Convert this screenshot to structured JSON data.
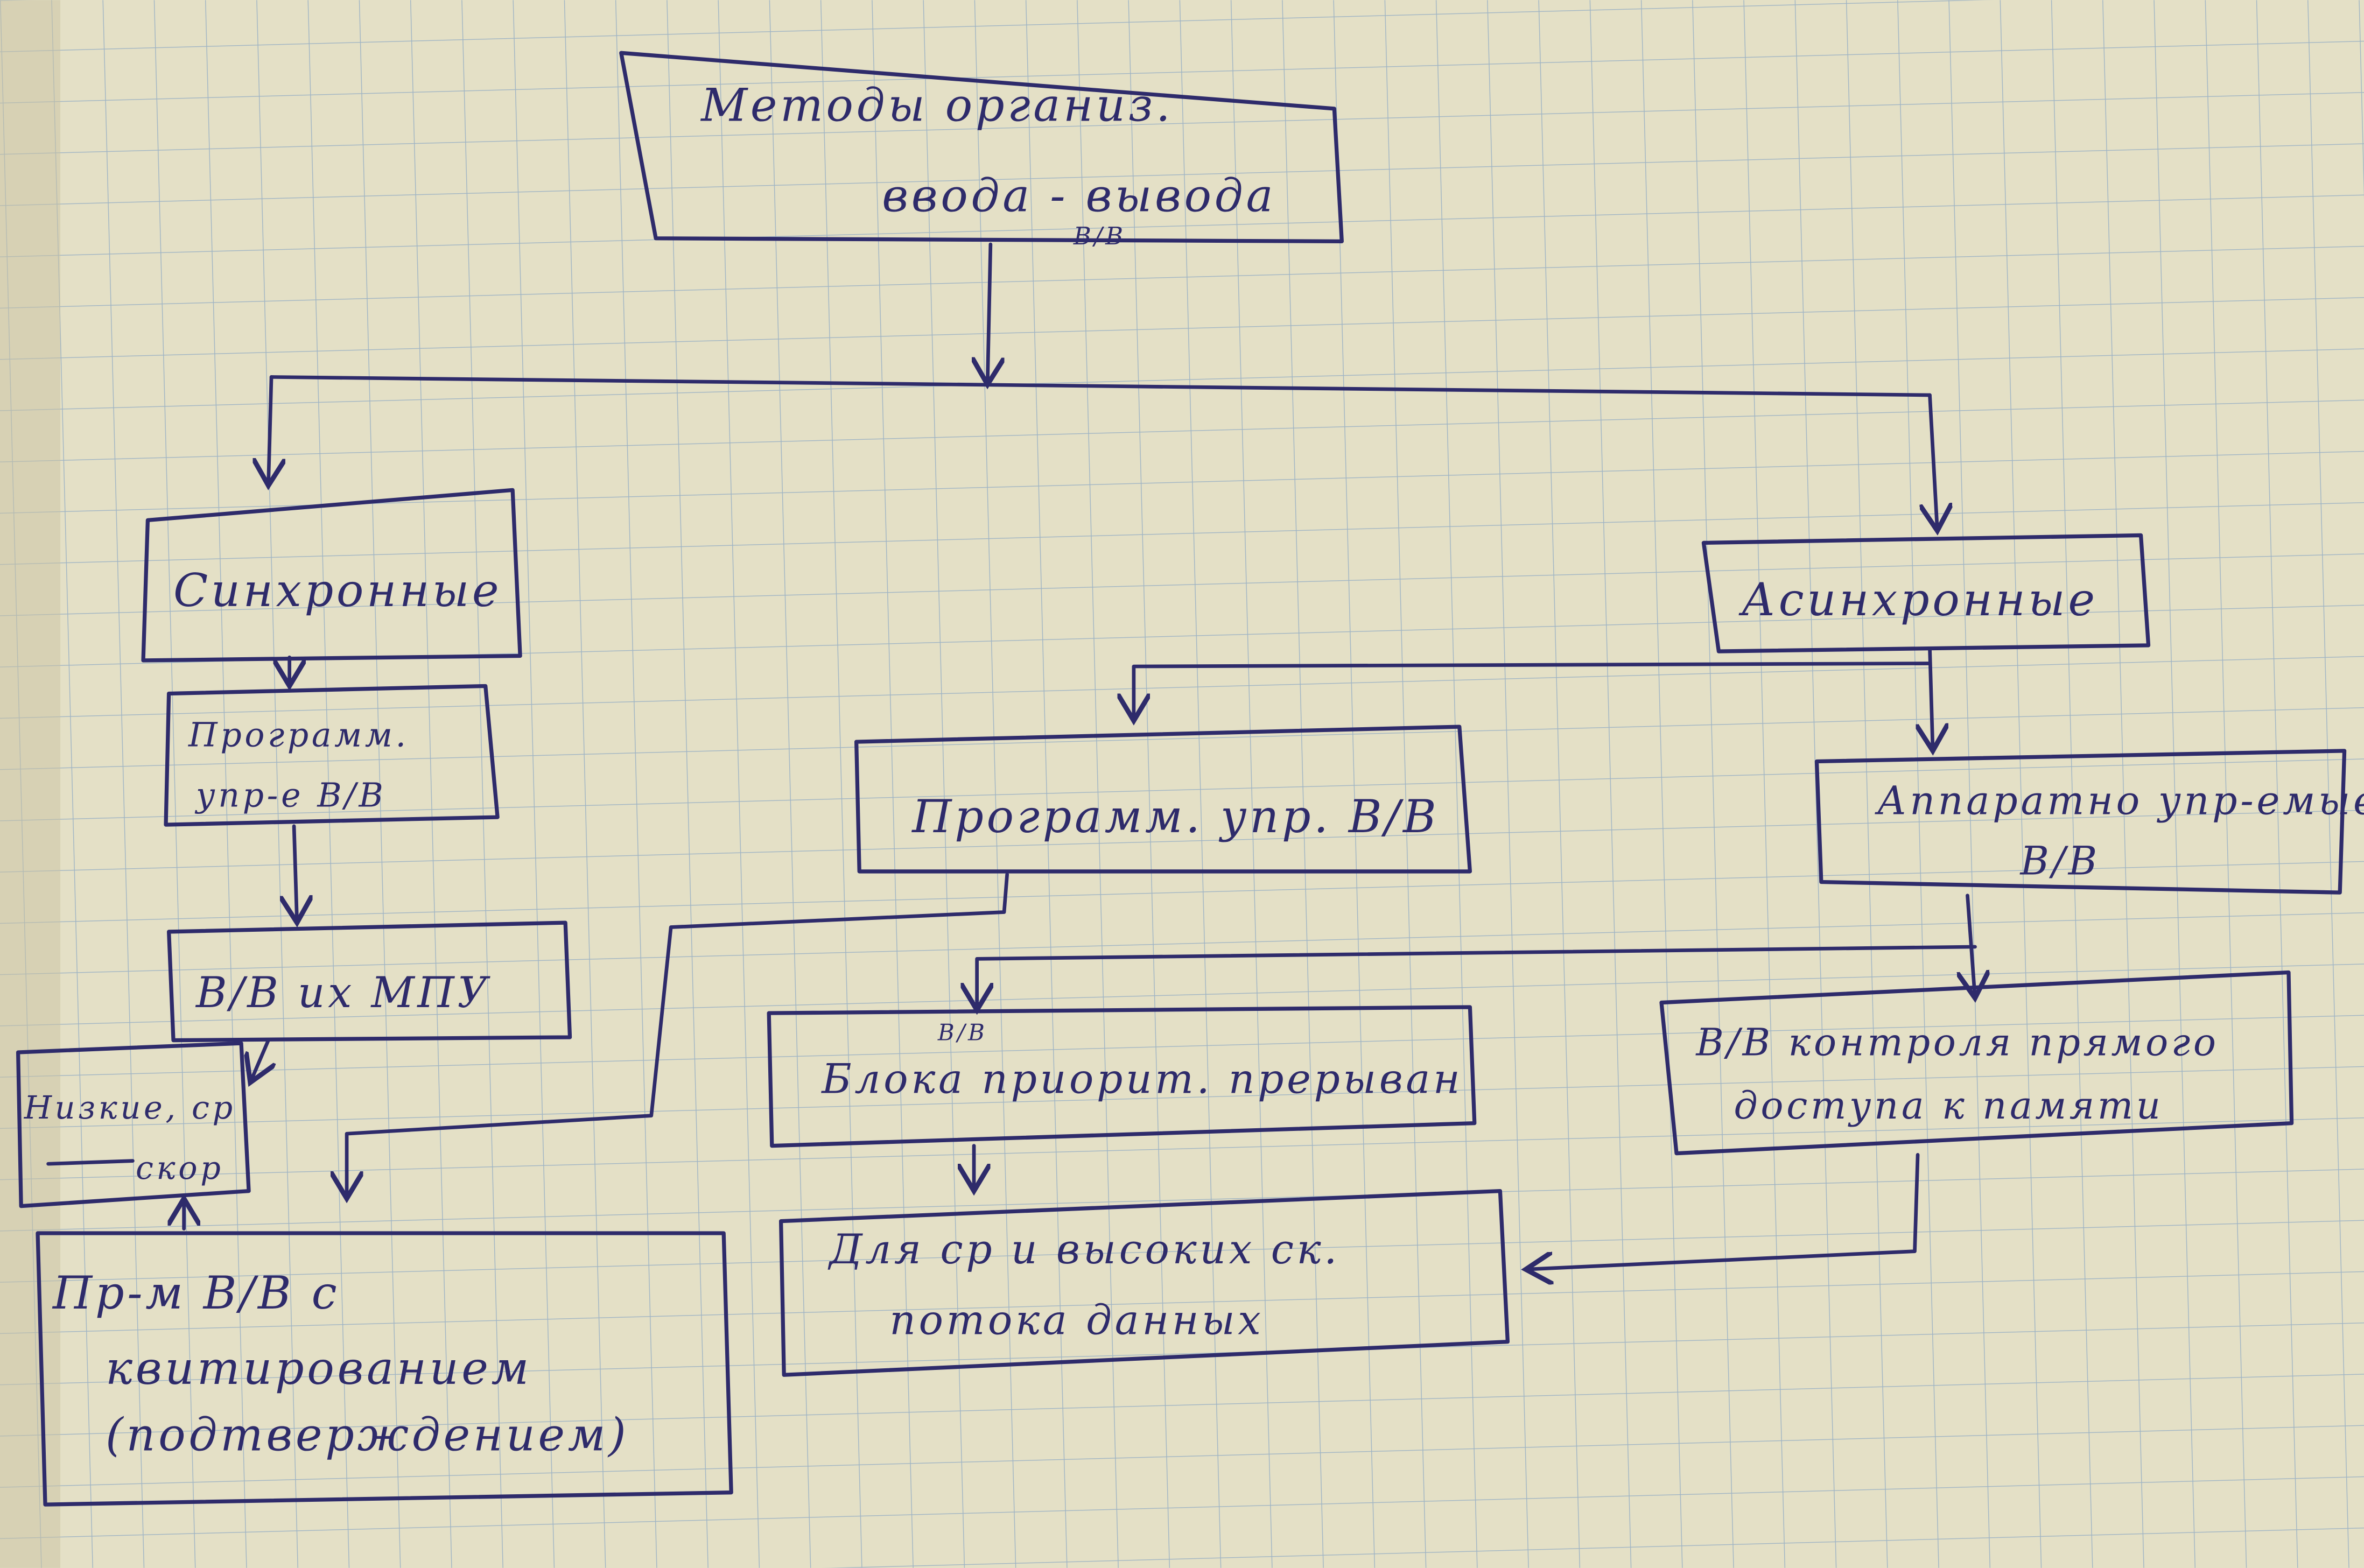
{
  "diagram": {
    "root": {
      "line1": "Методы организ.",
      "line2": "ввода - вывода",
      "abbr": "В/В"
    },
    "sync": {
      "label": "Синхронные"
    },
    "async": {
      "label": "Асинхронные"
    },
    "sync_prog": {
      "line1": "Программ.",
      "line2": "упр-е В/В"
    },
    "mpu": {
      "label": "В/В их МПУ"
    },
    "low_speed": {
      "line1": "Низкие, ср",
      "line2": "скор"
    },
    "handshake": {
      "line1": "Пр-м В/В с",
      "line2": "квитированием",
      "line3": "(подтверждением)"
    },
    "async_prog": {
      "label": "Программ. упр. В/В"
    },
    "hardware": {
      "line1": "Аппаратно упр-емые",
      "line2": "В/В"
    },
    "priority": {
      "label": "Блока приорит. прерыван",
      "abbr": "В/В"
    },
    "dma": {
      "line1": "В/В контроля прямого",
      "line2": "доступа к памяти"
    },
    "high_speed": {
      "line1": "Для ср и высоких ск.",
      "line2": "потока данных"
    }
  },
  "colors": {
    "ink": "#2e2b6b",
    "paper": "#e4e0c6",
    "grid": "#9fb4c4"
  }
}
